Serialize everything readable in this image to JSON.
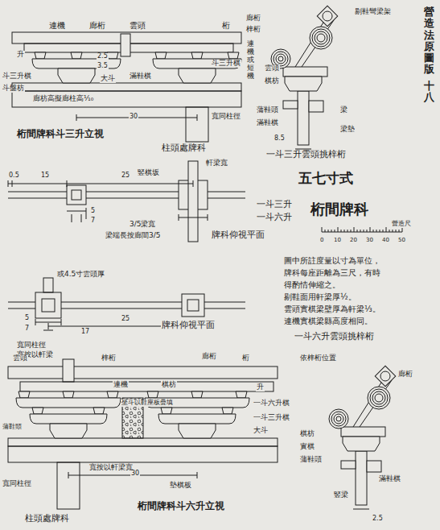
{
  "diagram": {
    "title": "五七寸式",
    "labels": [
      "營造法原圖版",
      "十八",
      "廊桁",
      "升",
      "連機",
      "雲頭",
      "桁",
      "2.5",
      "3.5",
      "斗三升棋",
      "大斗",
      "滿鞋棋",
      "斗三升棋",
      "斗盤枋",
      "30",
      "廊枋高擬廊柱高⅒",
      "寬同柱徑",
      "桁間牌科斗三升立視",
      "柱頭處牌科",
      "剔鞋彎梁架",
      "廊桁",
      "梓桁",
      "連機或短機",
      "雲頭",
      "棋枋",
      "蒲鞋頭",
      "滿鞋棋",
      "梁",
      "梁墊",
      "8.5",
      "一斗三升雲頭挑梓桁",
      "一斗三升",
      "一斗六升",
      "桁間牌科",
      "營造尺",
      "0",
      "10",
      "20",
      "30",
      "40",
      "50",
      "圖中所註度量以寸為單位，",
      "牌科每座距離為三尺，有時",
      "得酌情伸縮之。",
      "剔鞋面用軒梁厚½。",
      "雲頭實棋梁壁厚為軒梁⅓。",
      "連機實棋梁縣高度相同。",
      "一斗六升雲頭挑梓桁",
      "軒梁寬",
      "竪棋坂",
      "0.5",
      "15",
      "25",
      "5",
      "7",
      "3/5梁寬",
      "梁端長按廊間3/5",
      "牌科仰視平面",
      "或4.5寸雲頭厚",
      "5",
      "7",
      "17",
      "25",
      "寬同柱徑",
      "寬按以軒梁",
      "牌科仰視平面",
      "依梓桁位置",
      "廊桁",
      "棋枋",
      "實棋",
      "蒲鞋頭",
      "竪梁",
      "滿鞋棋",
      "2.5",
      "雲頭",
      "梓桁",
      "廊桁",
      "桁",
      "連機",
      "棋枋",
      "坐斗以鞋座板疊填",
      "升",
      "一斗六升棋",
      "一斗三升棋",
      "大斗",
      "蒲鞋頭",
      "寬按以軒梁寬",
      "寬同柱徑",
      "墊棋板",
      "30",
      "柱頭處牌科",
      "桁間牌科斗六升立視"
    ]
  }
}
